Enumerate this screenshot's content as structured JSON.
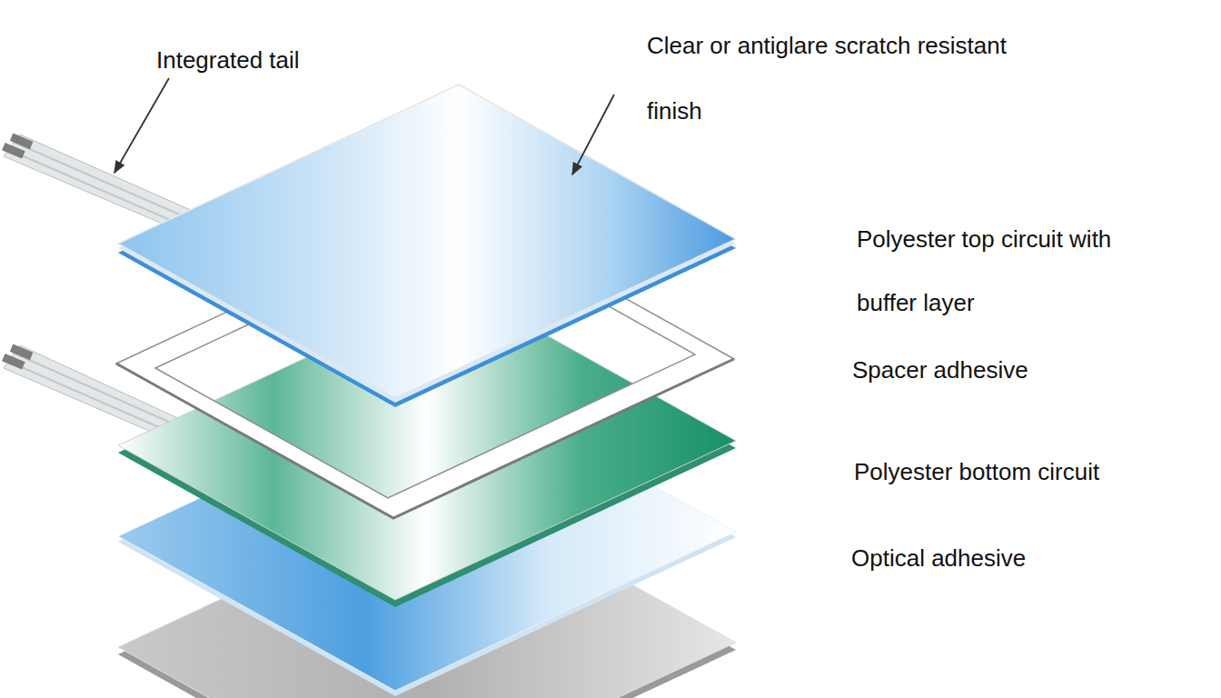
{
  "diagram": {
    "labels": [
      "Integrated tail",
      "Clear or antiglare scratch resistant finish",
      "Polyester top circuit with buffer layer",
      "Spacer adhesive",
      "Polyester bottom circuit",
      "Optical adhesive"
    ]
  }
}
